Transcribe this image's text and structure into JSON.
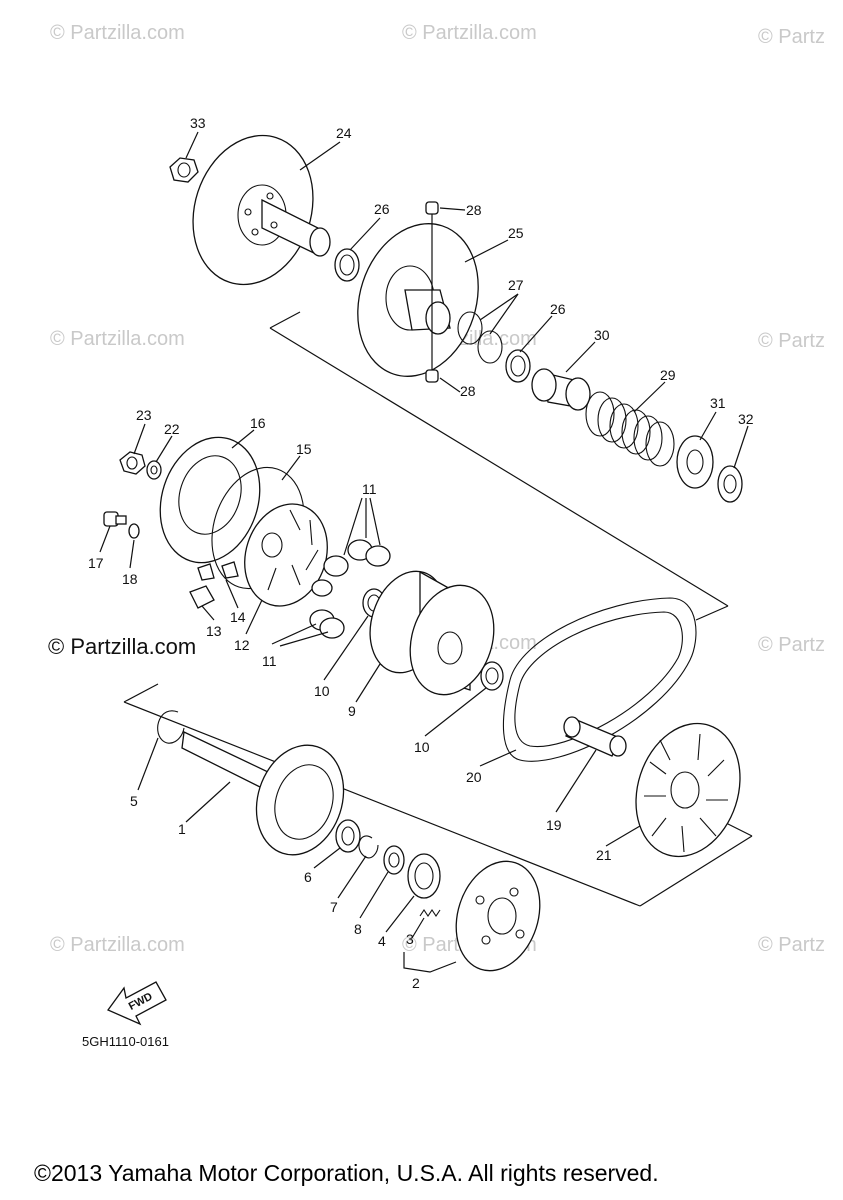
{
  "watermarks": [
    {
      "text": "© Partzilla.com",
      "strong": false
    },
    {
      "text": "© Partzilla.com",
      "strong": false
    },
    {
      "text": "© Partz",
      "strong": false
    },
    {
      "text": "© Partzilla.com",
      "strong": false
    },
    {
      "text": "© Partzilla.com",
      "strong": false
    },
    {
      "text": "© Partz",
      "strong": false
    },
    {
      "text": "© Partzilla.com",
      "strong": true
    },
    {
      "text": "© Partzilla.com",
      "strong": false
    },
    {
      "text": "© Partz",
      "strong": false
    },
    {
      "text": "© Partzilla.com",
      "strong": false
    },
    {
      "text": "© Partzilla.com",
      "strong": false
    },
    {
      "text": "© Partz",
      "strong": false
    }
  ],
  "callouts": [
    "33",
    "24",
    "26",
    "28",
    "25",
    "27",
    "26",
    "30",
    "28",
    "29",
    "31",
    "32",
    "23",
    "22",
    "16",
    "15",
    "11",
    "17",
    "18",
    "14",
    "13",
    "12",
    "11",
    "10",
    "9",
    "10",
    "20",
    "19",
    "21",
    "5",
    "1",
    "6",
    "7",
    "8",
    "4",
    "3",
    "2"
  ],
  "fwd_label": "FWD",
  "diagram_code": "5GH1110-0161",
  "copyright": "©2013 Yamaha Motor Corporation, U.S.A. All rights reserved."
}
